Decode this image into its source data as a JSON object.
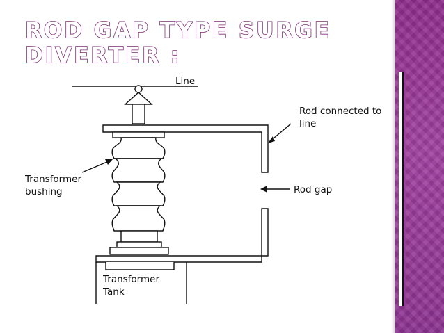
{
  "slide": {
    "title_line1": "Rod Gap Type Surge",
    "title_line2": "Diverter :",
    "accent_color": "#8e2c8a",
    "title_outline_color": "#7a2c74"
  },
  "diagram": {
    "labels": {
      "line": "Line",
      "rod_connected_1": "Rod connected to",
      "rod_connected_2": "line",
      "transformer_bushing_1": "Transformer",
      "transformer_bushing_2": "bushing",
      "rod_gap": "Rod gap",
      "tank_1": "Transformer",
      "tank_2": "Tank"
    }
  }
}
